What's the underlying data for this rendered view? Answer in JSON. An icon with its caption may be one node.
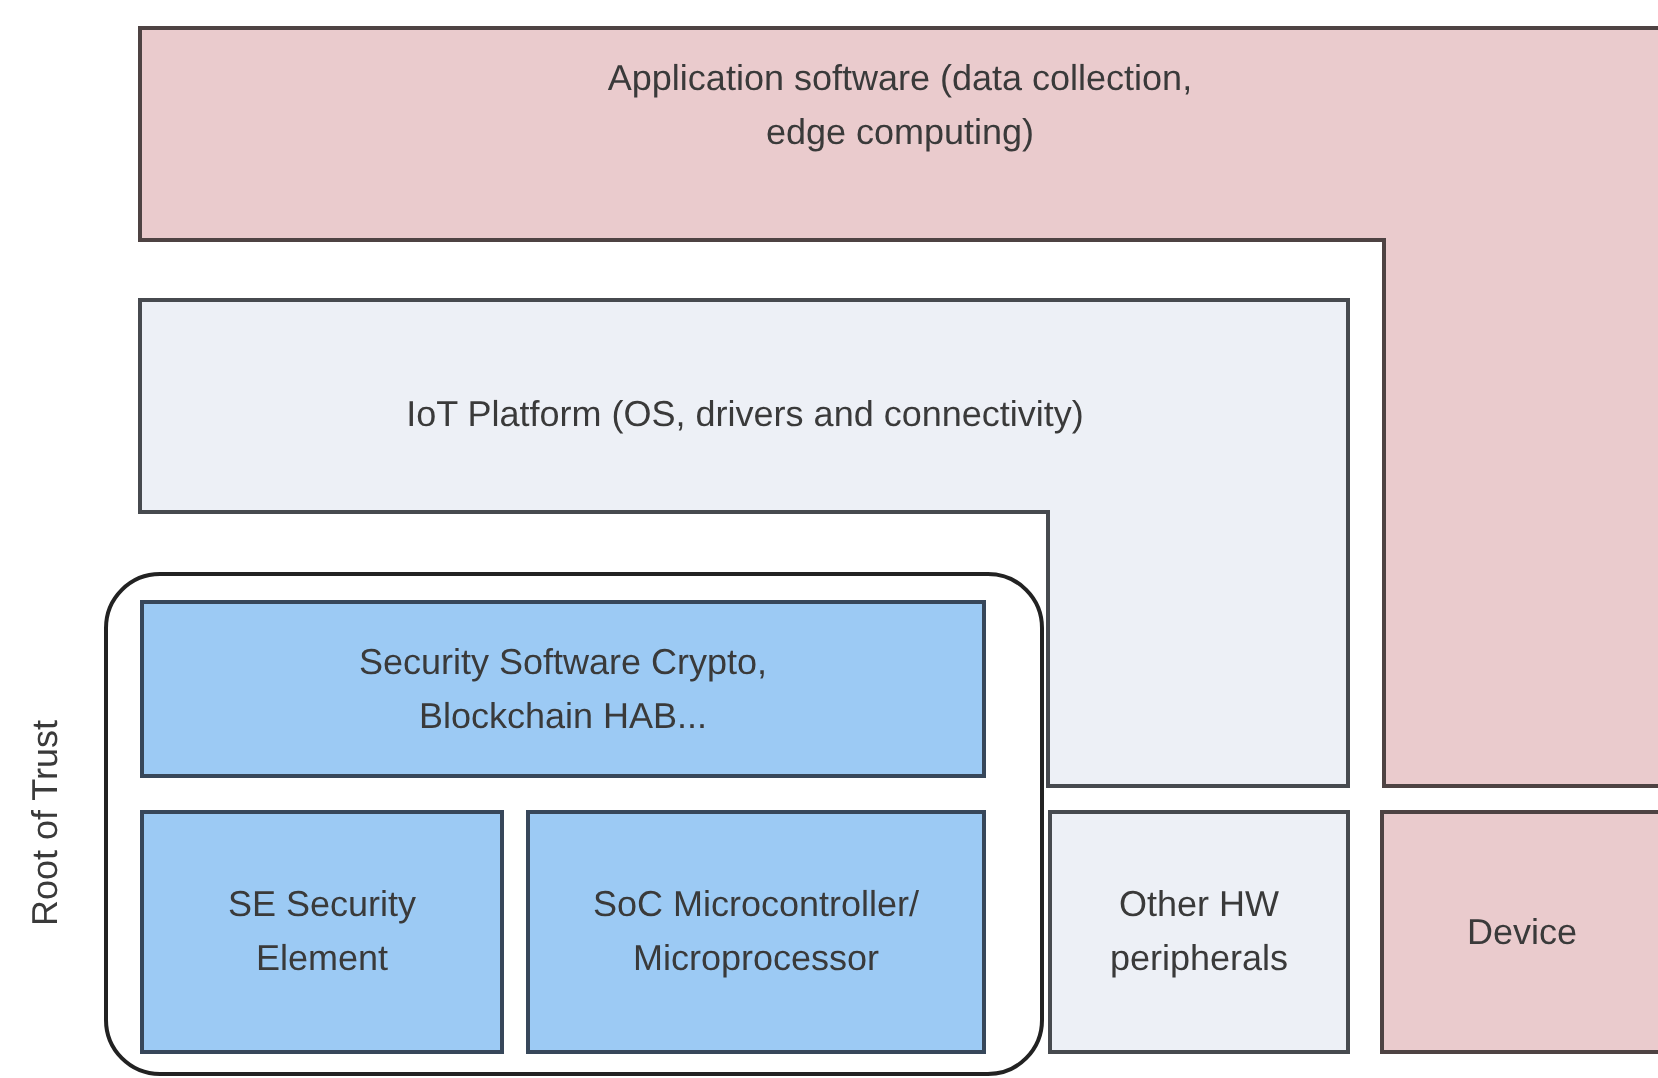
{
  "diagram": {
    "nodes": [
      {
        "text": [
          "Application software (data collection, edge computing)"
        ]
      },
      {
        "text": [
          "IoT Platform (OS, drivers and connectivity)"
        ]
      },
      {
        "text": [
          "Root of Trust"
        ]
      },
      {
        "text": [
          "Security Software Crypto, Blockchain HAB..."
        ],
        "in": 2
      },
      {
        "text": [
          "SE Security Element"
        ],
        "in": 2
      },
      {
        "text": [
          "SoC Microcontroller/ Microprocessor"
        ],
        "in": 2
      },
      {
        "text": [
          "Other HW peripherals"
        ]
      },
      {
        "text": [
          "Device"
        ]
      }
    ]
  }
}
